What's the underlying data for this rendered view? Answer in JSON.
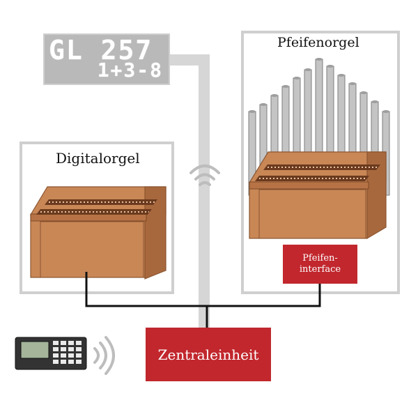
{
  "display": {
    "line1": "GL 257",
    "line2": "1+3-8"
  },
  "labels": {
    "digital_organ": "Digitalorgel",
    "pipe_organ": "Pfeifenorgel",
    "pipe_interface_line1": "Pfeifen-",
    "pipe_interface_line2": "interface",
    "central_unit": "Zentraleinheit"
  },
  "colors": {
    "frame_gray": "#cfcfcf",
    "cable": "#111111",
    "organ_wood": "#c47f4f",
    "accent_red": "#c1272d",
    "display_bg": "#b9b9b9"
  },
  "icons": [
    "wireless-signal-icon",
    "handheld-remote-icon"
  ]
}
